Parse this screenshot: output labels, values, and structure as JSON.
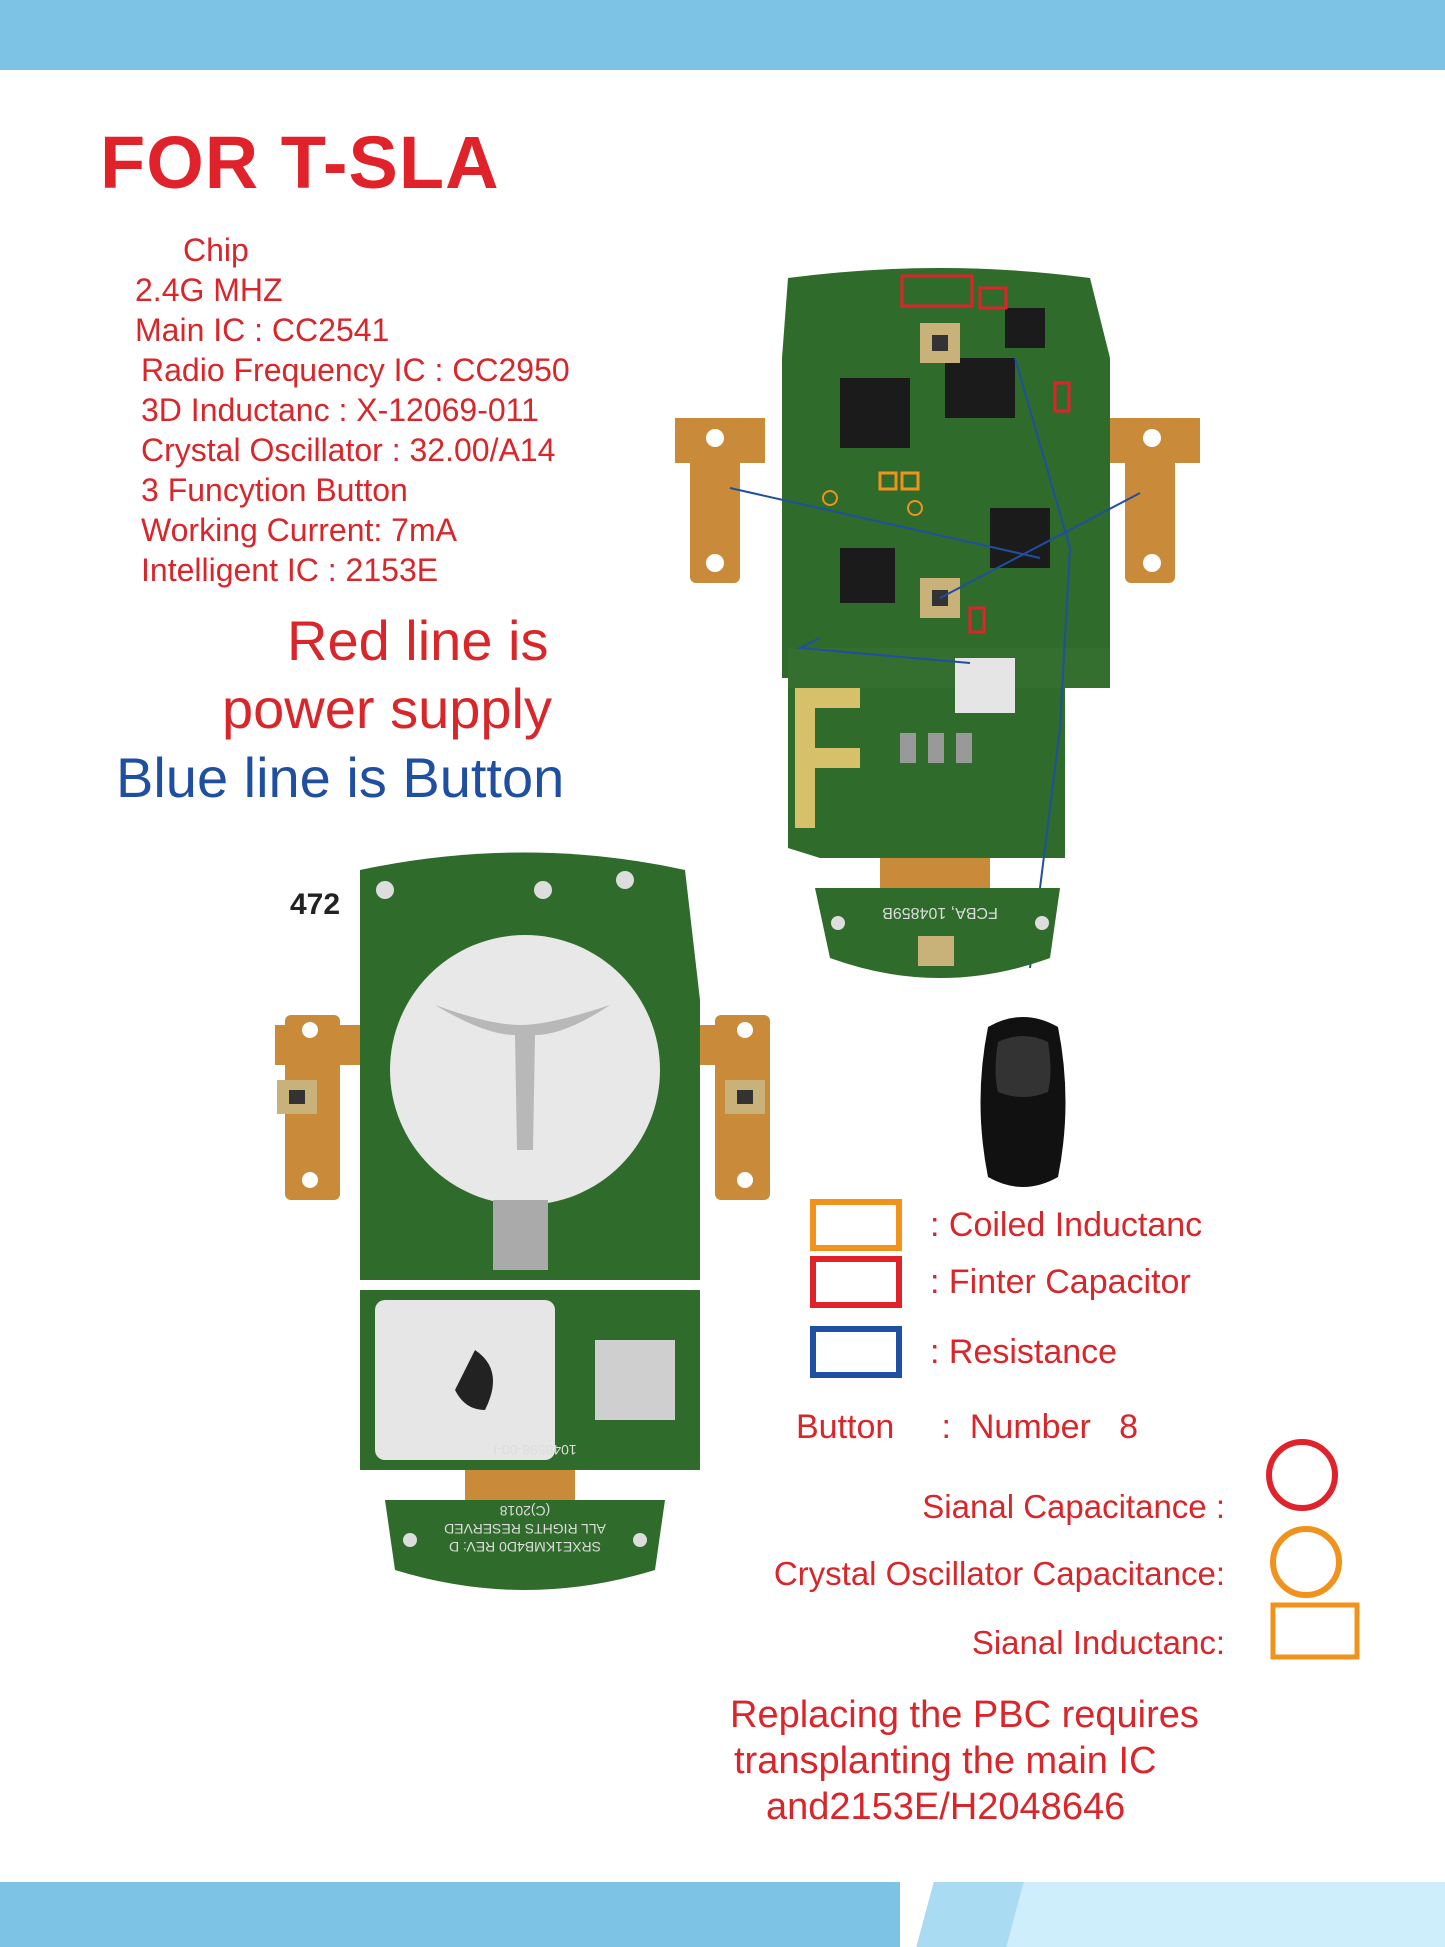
{
  "title": "FOR T-SLA",
  "specs": {
    "chip": "Chip",
    "frequency": "2.4G  MHZ",
    "main_ic": "Main IC :  CC2541",
    "rf_ic": "Radio Frequency IC : CC2950",
    "inductance": "3D Inductanc :  X-12069-011",
    "crystal": "Crystal Oscillator :    32.00/A14",
    "buttons": "3   Funcytion Button",
    "current": "Working Current:   7mA",
    "intelligent_ic": "Intelligent IC : 2153E"
  },
  "notes": {
    "red_line_1": "Red line is",
    "red_line_2": "power supply",
    "blue_line": "Blue line is Button"
  },
  "pcb": {
    "label_472": "472",
    "top_board_text": "FCBA, 104859B",
    "bottom_board_text_1": "(C)2018",
    "bottom_board_text_2": "ALL RIGHTS RESERVED",
    "bottom_board_text_3": "SRXE1KMB4D0 REV: D",
    "bottom_part_no": "1048598-00-I"
  },
  "legend": {
    "coiled": {
      "label": ": Coiled Inductanc",
      "color": "#f0921b"
    },
    "filter": {
      "label": ": Finter Capacitor",
      "color": "#e0222a"
    },
    "resistance": {
      "label": ": Resistance",
      "color": "#1f4fa0"
    }
  },
  "button_line": "Button     :  Number   8",
  "capacitance": {
    "signal": {
      "label": "Sianal Capacitance :",
      "color": "#e0222a"
    },
    "crystal": {
      "label": "Crystal Oscillator Capacitance:",
      "color": "#f0921b"
    },
    "inductance": {
      "label": "Sianal  Inductanc:",
      "color": "#f0921b"
    }
  },
  "final_note": {
    "line1": "Replacing the PBC requires",
    "line2": "transplanting the main IC",
    "line3": "and2153E/H2048646"
  }
}
